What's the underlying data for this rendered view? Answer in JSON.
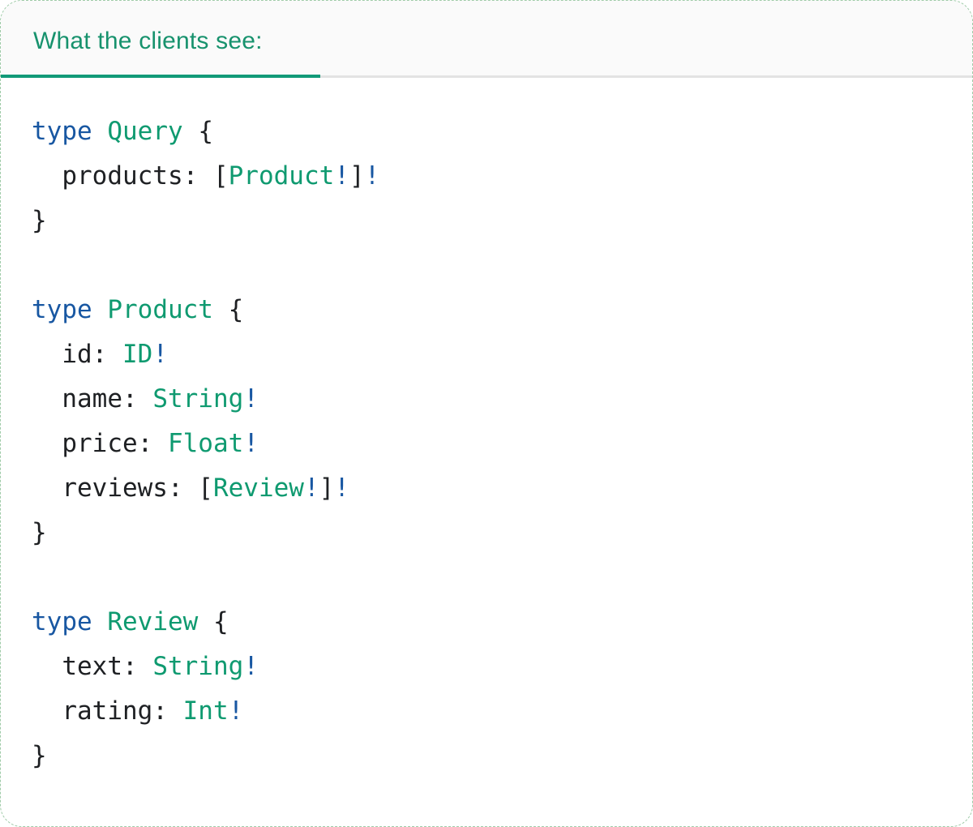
{
  "header": {
    "tab_label": "What the clients see:"
  },
  "code": {
    "language": "graphql-schema",
    "plain_text": "type Query {\n  products: [Product!]!\n}\n\ntype Product {\n  id: ID!\n  name: String!\n  price: Float!\n  reviews: [Review!]!\n}\n\ntype Review {\n  text: String!\n  rating: Int!\n}",
    "lines": [
      [
        {
          "s": "type",
          "c": "kw"
        },
        {
          "s": " ",
          "c": "pl"
        },
        {
          "s": "Query",
          "c": "ty"
        },
        {
          "s": " {",
          "c": "pl"
        }
      ],
      [
        {
          "s": "  products: [",
          "c": "pl"
        },
        {
          "s": "Product",
          "c": "ty"
        },
        {
          "s": "!",
          "c": "kw"
        },
        {
          "s": "]",
          "c": "pl"
        },
        {
          "s": "!",
          "c": "kw"
        }
      ],
      [
        {
          "s": "}",
          "c": "pl"
        }
      ],
      [],
      [
        {
          "s": "type",
          "c": "kw"
        },
        {
          "s": " ",
          "c": "pl"
        },
        {
          "s": "Product",
          "c": "ty"
        },
        {
          "s": " {",
          "c": "pl"
        }
      ],
      [
        {
          "s": "  id: ",
          "c": "pl"
        },
        {
          "s": "ID",
          "c": "ty"
        },
        {
          "s": "!",
          "c": "kw"
        }
      ],
      [
        {
          "s": "  name: ",
          "c": "pl"
        },
        {
          "s": "String",
          "c": "ty"
        },
        {
          "s": "!",
          "c": "kw"
        }
      ],
      [
        {
          "s": "  price: ",
          "c": "pl"
        },
        {
          "s": "Float",
          "c": "ty"
        },
        {
          "s": "!",
          "c": "kw"
        }
      ],
      [
        {
          "s": "  reviews: [",
          "c": "pl"
        },
        {
          "s": "Review",
          "c": "ty"
        },
        {
          "s": "!",
          "c": "kw"
        },
        {
          "s": "]",
          "c": "pl"
        },
        {
          "s": "!",
          "c": "kw"
        }
      ],
      [
        {
          "s": "}",
          "c": "pl"
        }
      ],
      [],
      [
        {
          "s": "type",
          "c": "kw"
        },
        {
          "s": " ",
          "c": "pl"
        },
        {
          "s": "Review",
          "c": "ty"
        },
        {
          "s": " {",
          "c": "pl"
        }
      ],
      [
        {
          "s": "  text: ",
          "c": "pl"
        },
        {
          "s": "String",
          "c": "ty"
        },
        {
          "s": "!",
          "c": "kw"
        }
      ],
      [
        {
          "s": "  rating: ",
          "c": "pl"
        },
        {
          "s": "Int",
          "c": "ty"
        },
        {
          "s": "!",
          "c": "kw"
        }
      ],
      [
        {
          "s": "}",
          "c": "pl"
        }
      ]
    ]
  },
  "colors": {
    "title_green": "#17926D",
    "type_green": "#0F9A70",
    "keyword_blue": "#1857A2",
    "code_text": "#1E2023",
    "tab_underline": "#119A78",
    "divider": "#E3E3E3",
    "header_bg": "#FAFAFA",
    "panel_bg": "#FFFFFF",
    "panel_border": "#9FCBA8"
  }
}
